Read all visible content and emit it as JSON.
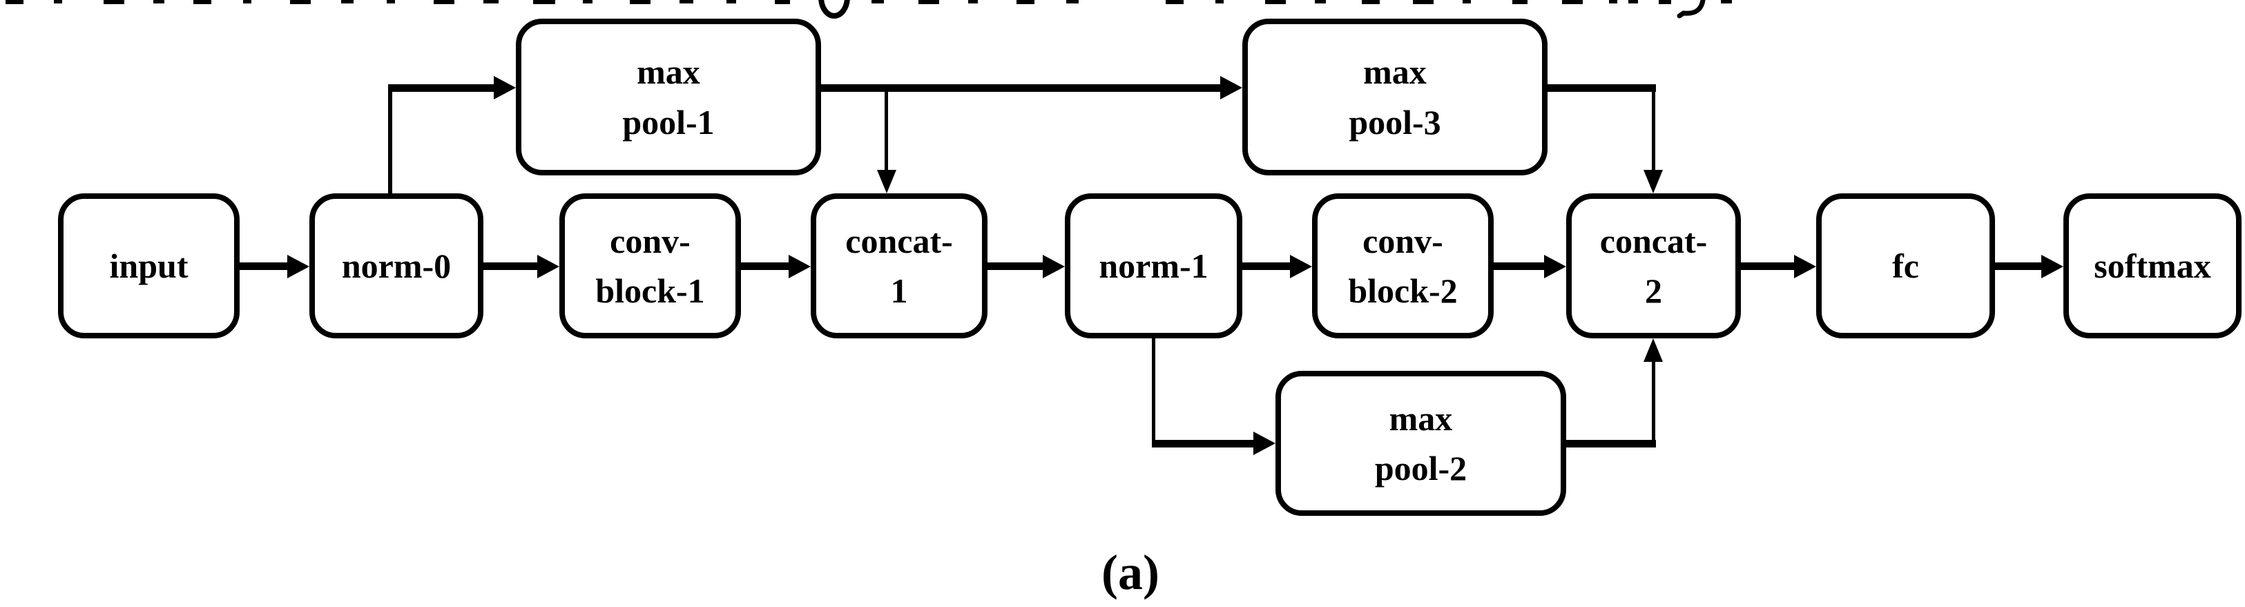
{
  "figure": {
    "diagram_type": "neural-network-architecture-flowchart",
    "caption_label": "(a)",
    "colors": {
      "stroke": "#000000",
      "background": "#ffffff"
    },
    "labels": {
      "input": "input",
      "norm0": "norm-0",
      "max_pool_1": "max\npool-1",
      "conv_block_1": "conv-\nblock-1",
      "concat_1": "concat-\n1",
      "norm1": "norm-1",
      "max_pool_2": "max\npool-2",
      "conv_block_2": "conv-\nblock-2",
      "max_pool_3": "max\npool-3",
      "concat_2": "concat-\n2",
      "fc": "fc",
      "softmax": "softmax"
    },
    "edges": [
      {
        "from": "input",
        "to": "norm-0"
      },
      {
        "from": "norm-0",
        "to": "max pool-1"
      },
      {
        "from": "norm-0",
        "to": "conv-block-1"
      },
      {
        "from": "conv-block-1",
        "to": "concat-1"
      },
      {
        "from": "max pool-1",
        "to": "concat-1"
      },
      {
        "from": "max pool-1",
        "to": "max pool-3"
      },
      {
        "from": "concat-1",
        "to": "norm-1"
      },
      {
        "from": "norm-1",
        "to": "conv-block-2"
      },
      {
        "from": "norm-1",
        "to": "max pool-2"
      },
      {
        "from": "conv-block-2",
        "to": "concat-2"
      },
      {
        "from": "max pool-3",
        "to": "concat-2"
      },
      {
        "from": "max pool-2",
        "to": "concat-2"
      },
      {
        "from": "concat-2",
        "to": "fc"
      },
      {
        "from": "fc",
        "to": "softmax"
      }
    ]
  }
}
